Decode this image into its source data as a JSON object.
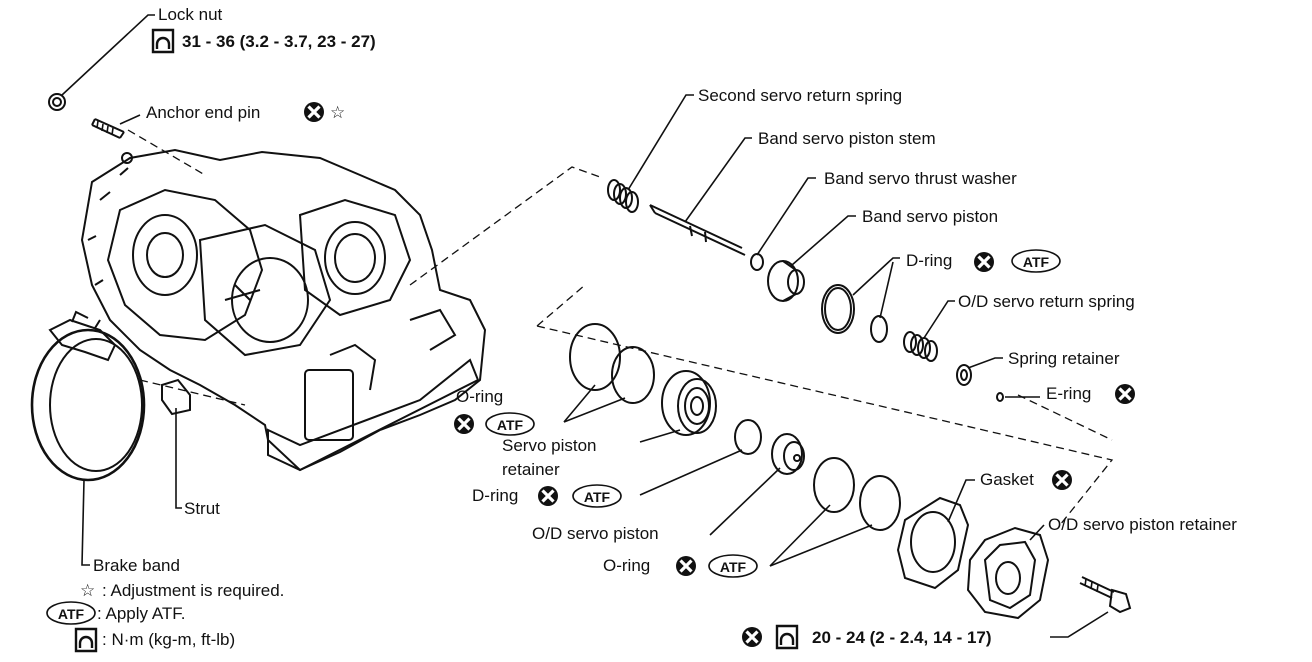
{
  "labels": {
    "lock_nut": "Lock nut",
    "lock_nut_torque": "31 - 36 (3.2 - 3.7, 23 - 27)",
    "anchor_end_pin": "Anchor end pin",
    "second_servo_return_spring": "Second servo return spring",
    "band_servo_piston_stem": "Band servo piston stem",
    "band_servo_thrust_washer": "Band servo thrust washer",
    "band_servo_piston": "Band servo piston",
    "d_ring_upper": "D-ring",
    "od_servo_return_spring": "O/D servo return spring",
    "spring_retainer": "Spring retainer",
    "e_ring": "E-ring",
    "o_ring_left": "O-ring",
    "servo_piston_retainer_1": "Servo piston",
    "servo_piston_retainer_2": "retainer",
    "d_ring_lower": "D-ring",
    "od_servo_piston": "O/D servo piston",
    "o_ring_lower": "O-ring",
    "gasket": "Gasket",
    "od_servo_piston_retainer": "O/D servo piston retainer",
    "bolt_torque": "20 - 24 (2 - 2.4, 14 - 17)",
    "strut": "Strut",
    "brake_band": "Brake band"
  },
  "atf_badge": "ATF",
  "legend": {
    "star_text": ": Adjustment is required.",
    "atf_text": ": Apply ATF.",
    "torque_text": ": N·m (kg-m, ft-lb)"
  },
  "icons": {
    "replace": "x-circle-icon",
    "adjust": "star-icon",
    "atf": "atf-badge-icon",
    "torque": "torque-wrench-icon"
  }
}
